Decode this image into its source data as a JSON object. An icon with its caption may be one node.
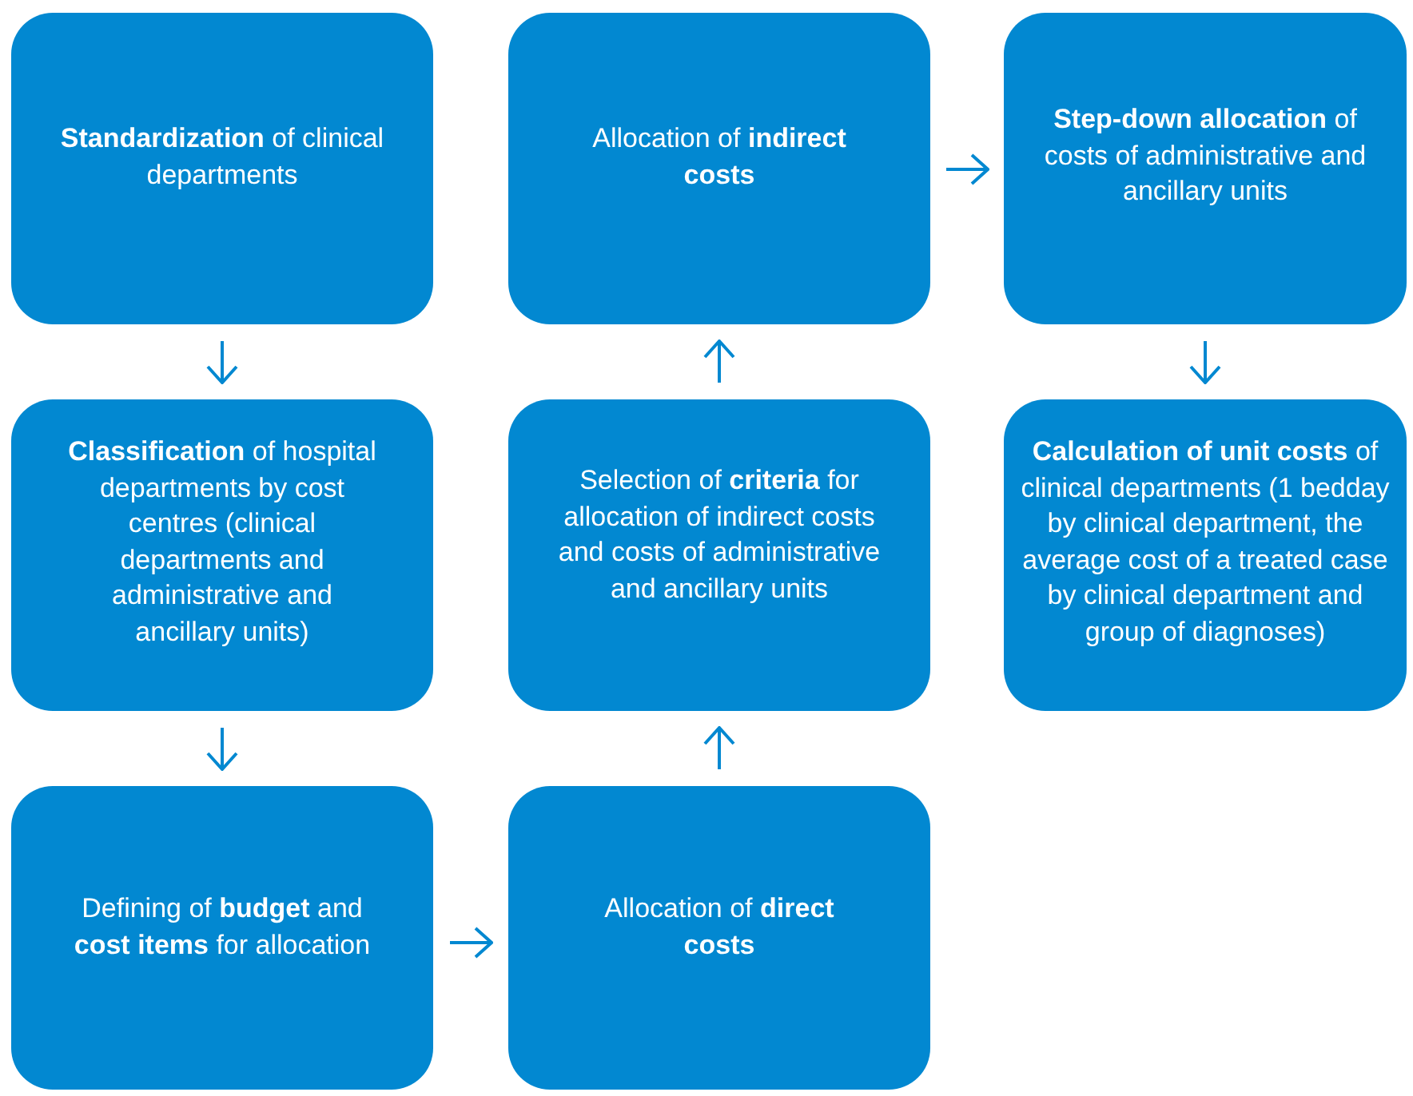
{
  "diagram": {
    "nodes": [
      {
        "text": [
          "**Standardization** of clinical departments"
        ]
      },
      {
        "text": [
          "Allocation of **indirect costs**"
        ]
      },
      {
        "text": [
          "**Step-down allocation** of costs of administrative and ancillary units"
        ]
      },
      {
        "text": [
          "**Classification** of hospital departments by cost centres (clinical departments and administrative and ancillary units)"
        ]
      },
      {
        "text": [
          "Selection of **criteria** for allocation of indirect costs and costs of administrative and ancillary units"
        ]
      },
      {
        "text": [
          "**Calculation of unit costs** of clinical departments (1 bedday by clinical department, the average cost of a treated case by clinical department and group of diagnoses)"
        ]
      },
      {
        "text": [
          "Defining of **budget** and **cost items** for allocation"
        ]
      },
      {
        "text": [
          "Allocation of **direct costs**"
        ]
      }
    ],
    "edges": [
      {
        "from": 0,
        "to": 3,
        "arrow": "to"
      },
      {
        "from": 3,
        "to": 6,
        "arrow": "to"
      },
      {
        "from": 6,
        "to": 7,
        "arrow": "to"
      },
      {
        "from": 7,
        "to": 4,
        "arrow": "to"
      },
      {
        "from": 4,
        "to": 1,
        "arrow": "to"
      },
      {
        "from": 1,
        "to": 2,
        "arrow": "to"
      },
      {
        "from": 2,
        "to": 5,
        "arrow": "to"
      }
    ]
  }
}
